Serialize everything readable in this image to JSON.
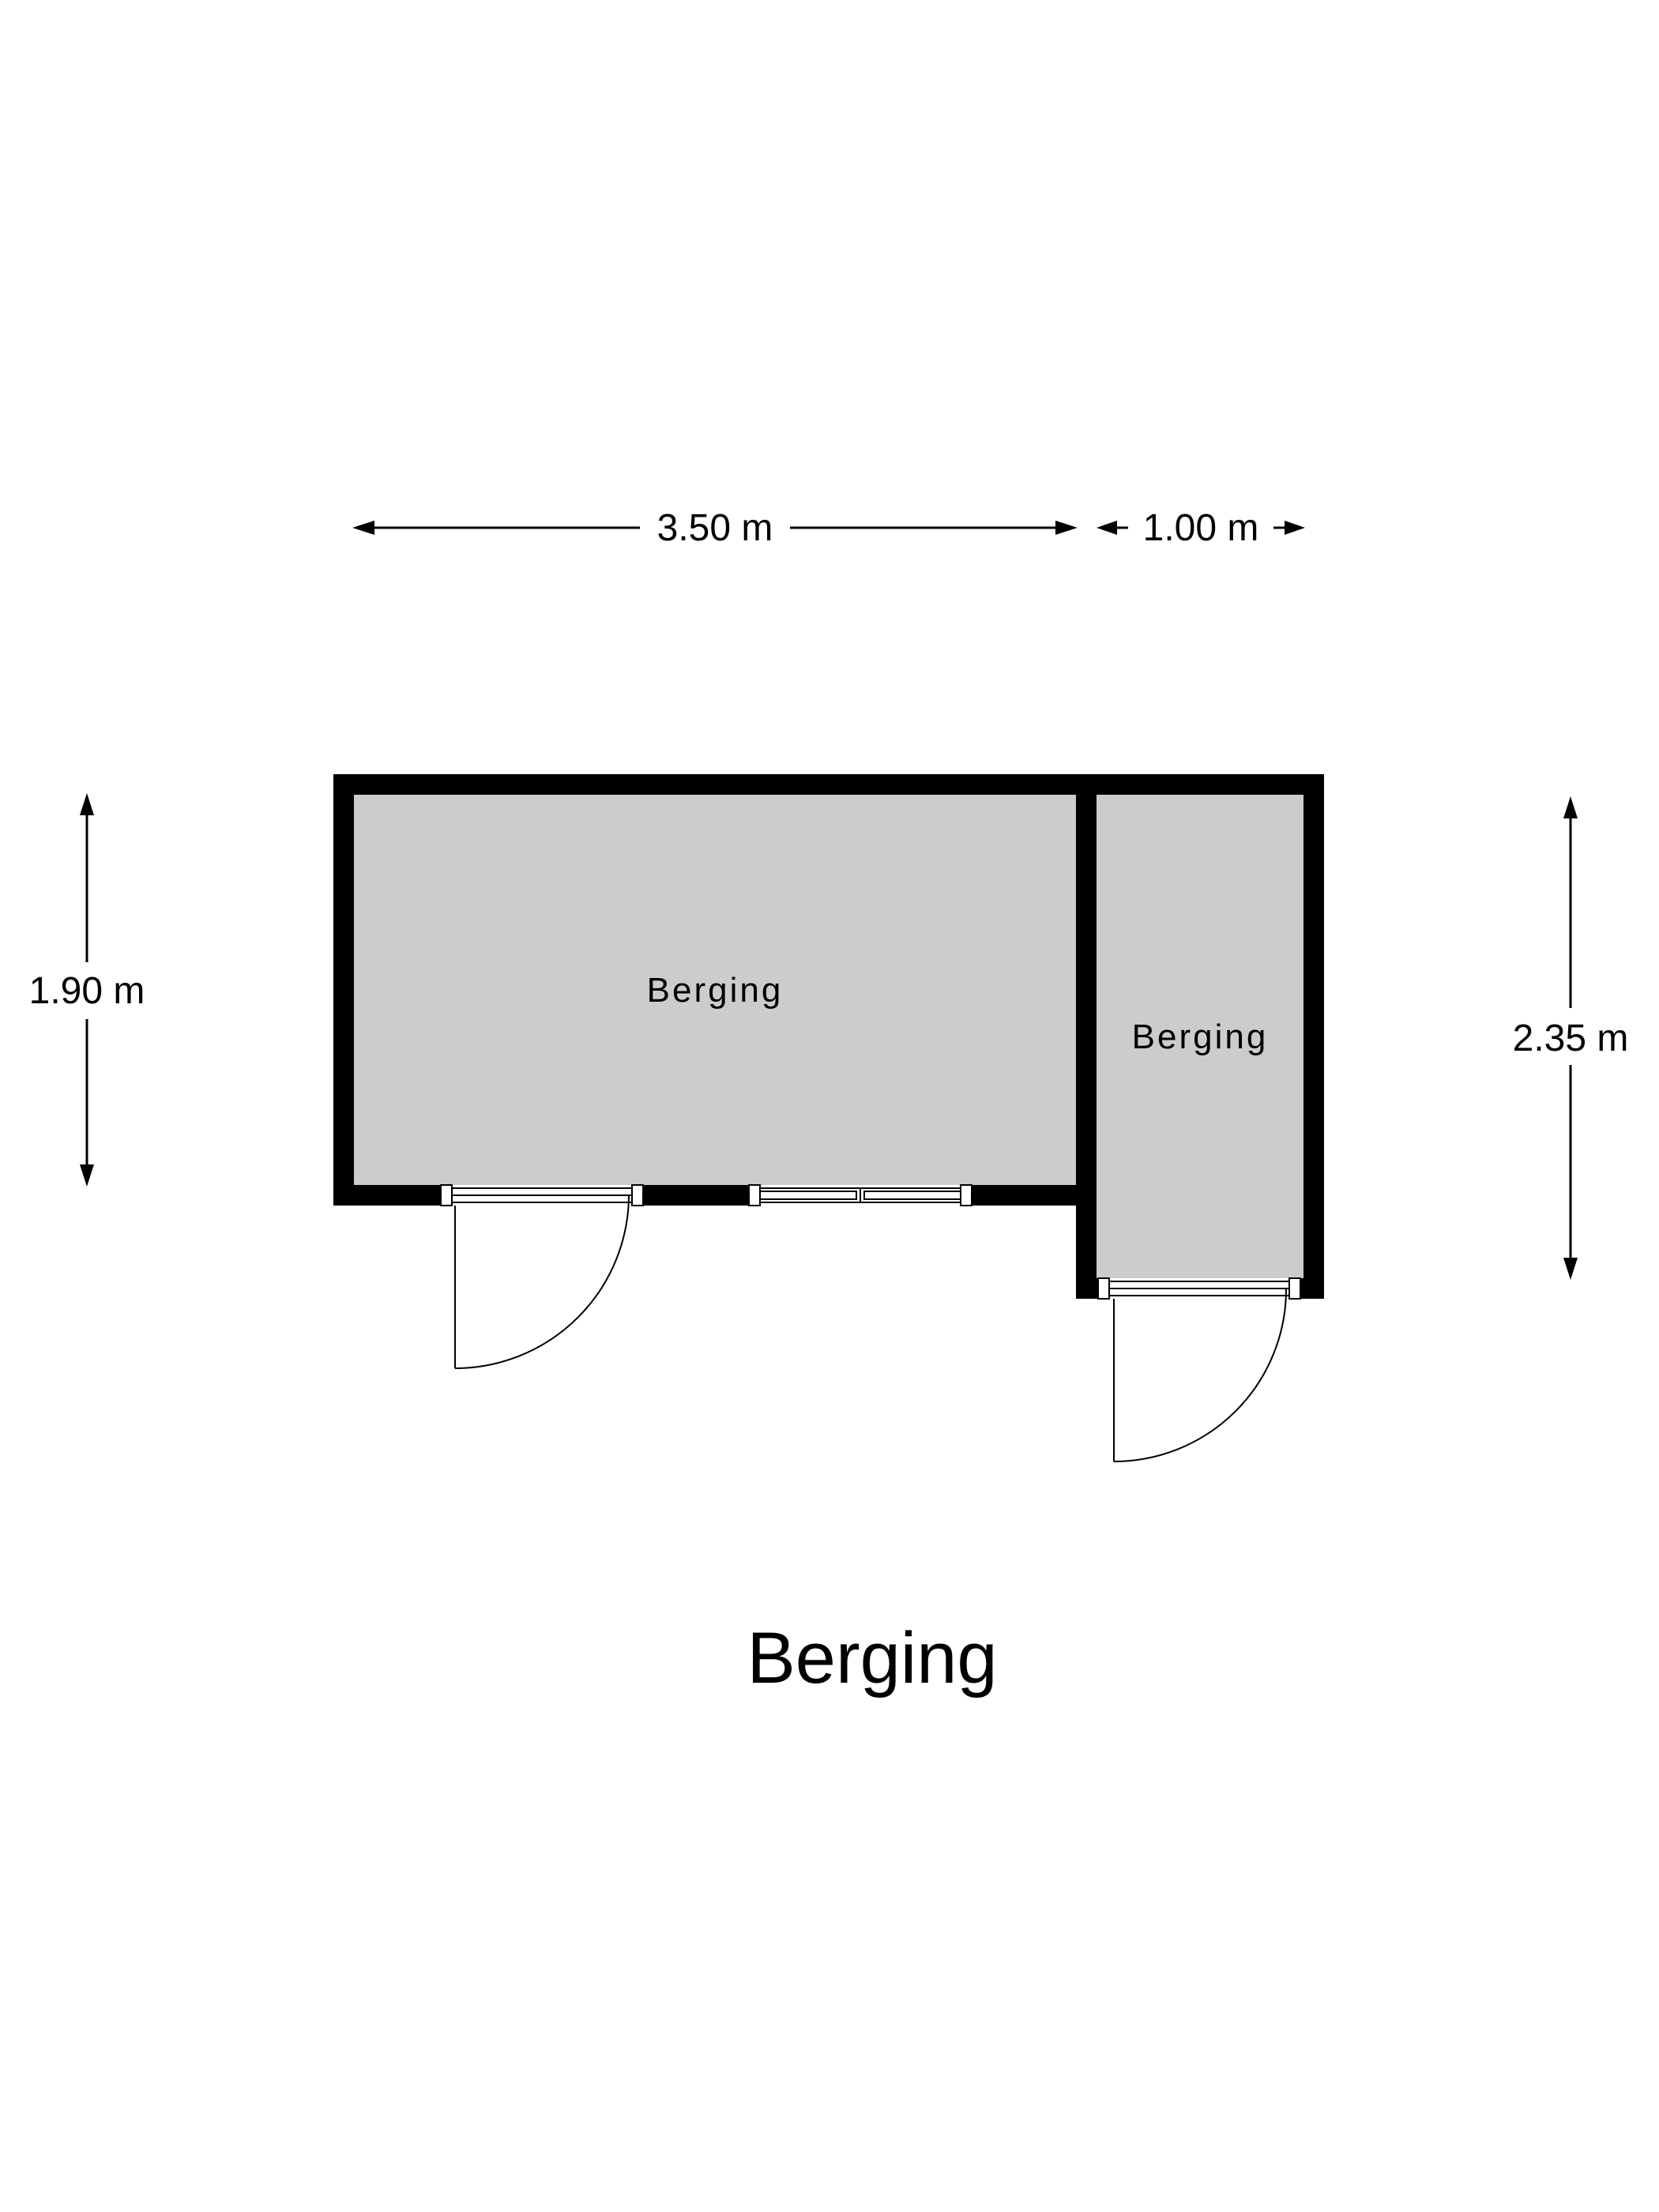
{
  "title": "Berging",
  "rooms": [
    {
      "label": "Berging"
    },
    {
      "label": "Berging"
    }
  ],
  "dimensions": {
    "top_main": "3.50 m",
    "top_side": "1.00 m",
    "left": "1.90 m",
    "right": "2.35 m"
  },
  "colors": {
    "wall": "#000000",
    "room_fill": "#cccccc",
    "background": "#ffffff"
  }
}
